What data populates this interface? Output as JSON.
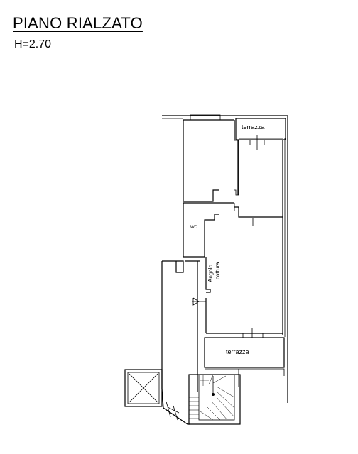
{
  "header": {
    "title": "PIANO RIALZATO",
    "height": "H=2.70"
  },
  "rooms": {
    "terrazza_top": "terrazza",
    "wc": "wc",
    "angolo_line1": "Angolo",
    "angolo_line2": "cottura",
    "terrazza_bottom": "terrazza"
  }
}
